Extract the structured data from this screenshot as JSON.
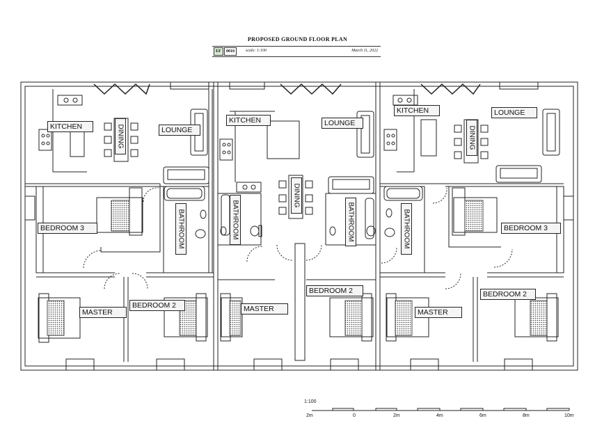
{
  "header": {
    "title": "PROPOSED GROUND FLOOR PLAN",
    "code_a": "EF",
    "code_b": "0010",
    "scale": "scale: 1:100",
    "date": "March 11, 2022"
  },
  "rooms": {
    "unit1": {
      "kitchen": "KITCHEN",
      "dining": "DINING",
      "lounge": "LOUNGE",
      "bedroom3": "BEDROOM 3",
      "bathroom": "BATHROOM",
      "master": "MASTER",
      "bedroom2": "BEDROOM 2"
    },
    "unit2": {
      "kitchen": "KITCHEN",
      "lounge": "LOUNGE",
      "bathroom_left": "BATHROOM",
      "dining": "DINING",
      "bathroom_right": "BATHROOM",
      "master": "MASTER",
      "bedroom2": "BEDROOM 2"
    },
    "unit3": {
      "kitchen": "KITCHEN",
      "dining": "DINING",
      "lounge": "LOUNGE",
      "bathroom": "BATHROOM",
      "bedroom3": "BEDROOM 3",
      "master": "MASTER",
      "bedroom2": "BEDROOM 2"
    }
  },
  "scale_bar": {
    "label": "1:100",
    "ticks": [
      "2m",
      "0",
      "2m",
      "4m",
      "6m",
      "8m",
      "10m"
    ]
  }
}
